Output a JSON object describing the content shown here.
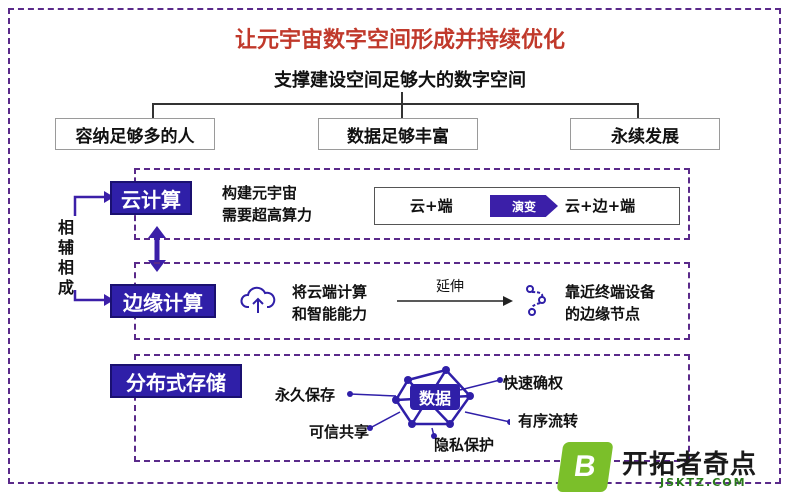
{
  "title": "让元宇宙数字空间形成并持续优化",
  "subtitle": "支撑建设空间足够大的数字空间",
  "top_boxes": [
    "容纳足够多的人",
    "数据足够丰富",
    "永续发展"
  ],
  "mutual_label": [
    "相",
    "辅",
    "相",
    "成"
  ],
  "cloud": {
    "label": "云计算",
    "desc_line1": "构建元宇宙",
    "desc_line2": "需要超高算力",
    "from": "云+端",
    "arrow": "演变",
    "to": "云+边+端"
  },
  "edge": {
    "label": "边缘计算",
    "desc_line1": "将云端计算",
    "desc_line2": "和智能能力",
    "arrow": "延伸",
    "target_line1": "靠近终端设备",
    "target_line2": "的边缘节点",
    "icon_left": "cloud-upload-icon",
    "icon_right": "nodes-path-icon"
  },
  "storage": {
    "label": "分布式存储",
    "center": "数据",
    "items": [
      "永久保存",
      "快速确权",
      "可信共享",
      "有序流转",
      "隐私保护"
    ]
  },
  "logo": {
    "letter": "B",
    "name": "开拓者奇点",
    "url_text": "JSKTZ.COM"
  },
  "colors": {
    "title": "#c0392b",
    "accent": "#2f1fa8",
    "frame": "#5a2a8a",
    "logo_green": "#7bbf2a"
  }
}
